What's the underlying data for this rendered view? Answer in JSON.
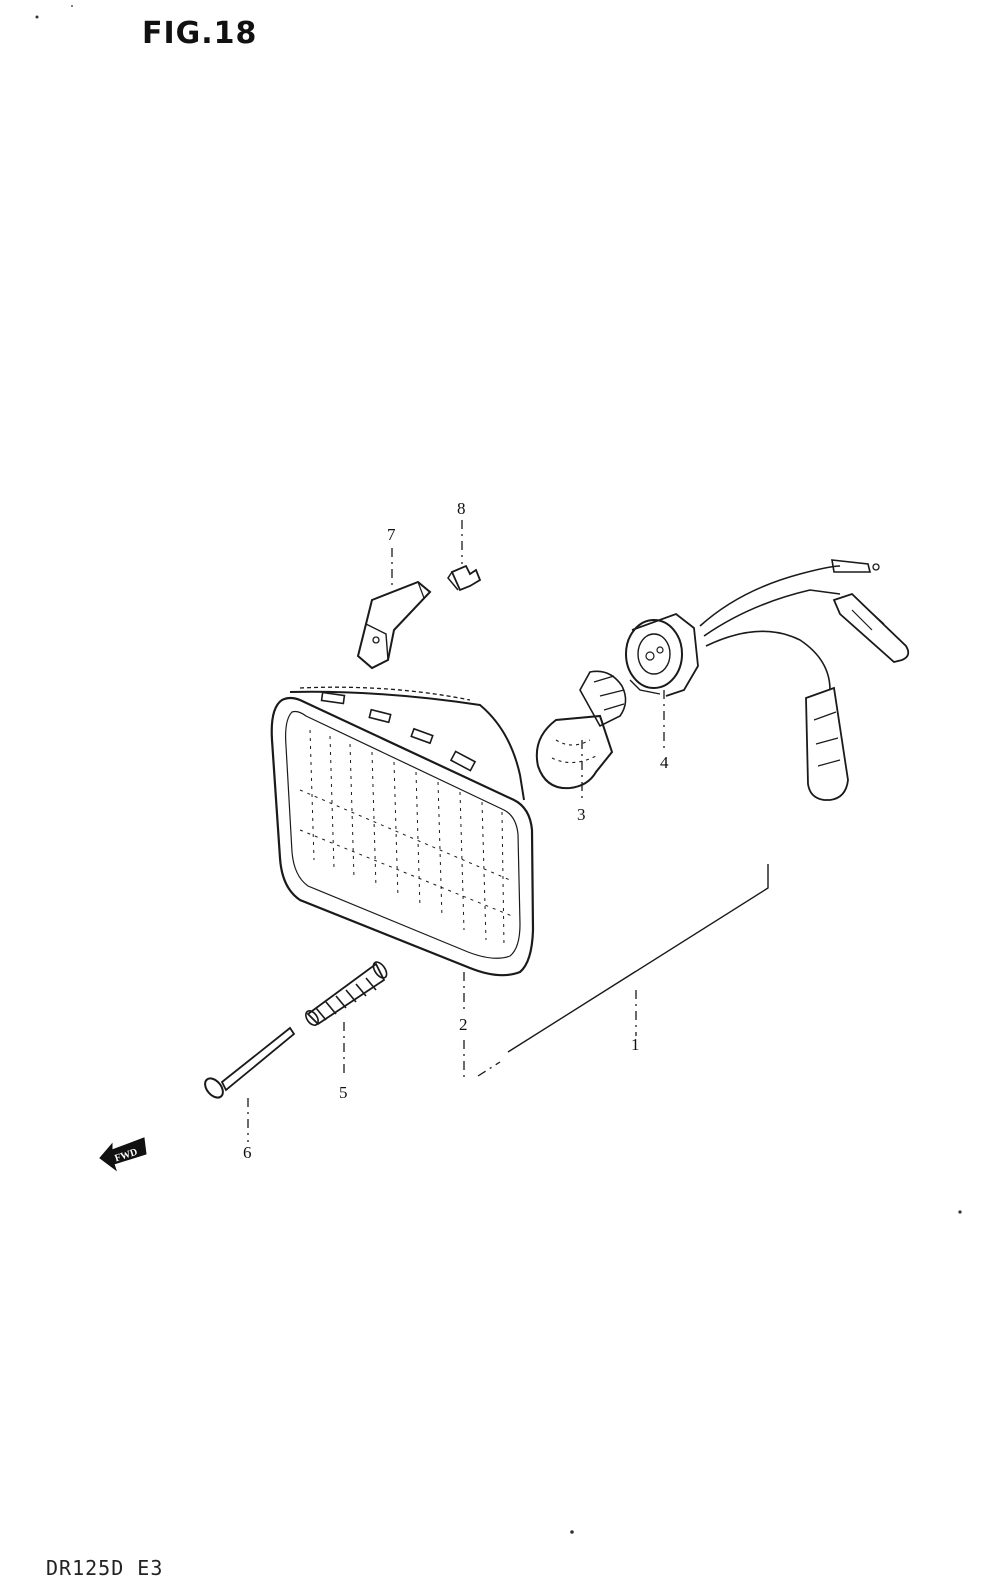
{
  "figure": {
    "title": "FIG.18",
    "model_code": "DR125D E3"
  },
  "direction_marker": {
    "label": "FWD",
    "icon": "arrow-left-icon"
  },
  "callouts": [
    {
      "id": "1",
      "part": "headlamp-assembly"
    },
    {
      "id": "2",
      "part": "headlamp-lens-unit"
    },
    {
      "id": "3",
      "part": "bulb"
    },
    {
      "id": "4",
      "part": "bulb-socket-wiring"
    },
    {
      "id": "5",
      "part": "spring"
    },
    {
      "id": "6",
      "part": "screw"
    },
    {
      "id": "7",
      "part": "bracket"
    },
    {
      "id": "8",
      "part": "screw"
    }
  ],
  "colors": {
    "ink": "#1a1a1a",
    "paper": "#ffffff"
  }
}
